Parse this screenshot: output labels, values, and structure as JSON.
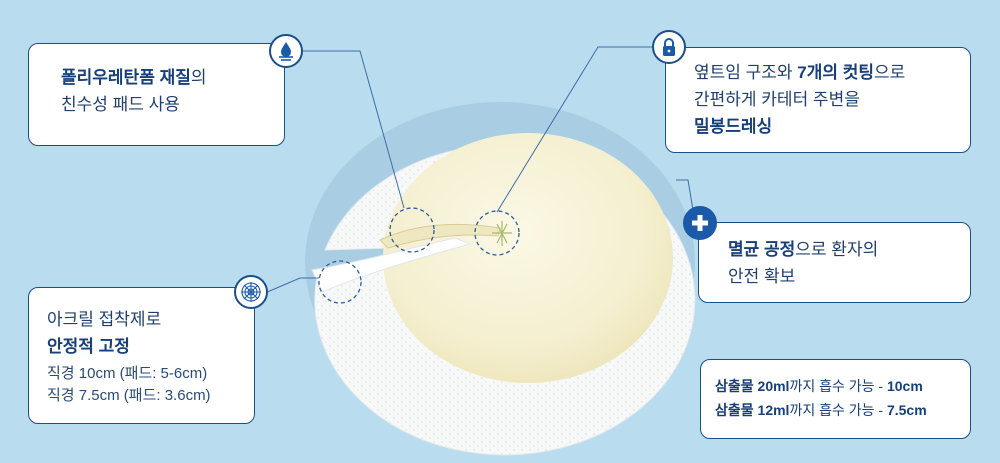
{
  "card_material": {
    "line1_bold": "폴리우레탄폼 재질",
    "line1_tail": "의",
    "line2": "친수성 패드 사용"
  },
  "card_seal": {
    "line1_a": "옆트임 구조와 ",
    "line1_bold": "7개의 컷팅",
    "line1_b": "으로",
    "line2": "간편하게 카테터 주변을",
    "line3_bold": "밀봉드레싱"
  },
  "card_sterile": {
    "line1_bold": "멸균 공정",
    "line1_tail": "으로 환자의",
    "line2": "안전 확보"
  },
  "card_adhesive": {
    "line1": "아크릴 접착제로",
    "line2_bold": "안정적 고정",
    "size1": "직경 10cm (패드: 5-6cm)",
    "size2": "직경 7.5cm (패드: 3.6cm)"
  },
  "card_absorb": {
    "row1_a": "삼출물 20ml",
    "row1_b": "까지 흡수 가능 - ",
    "row1_c": "10cm",
    "row2_a": "삼출물 12ml",
    "row2_b": "까지 흡수 가능 - ",
    "row2_c": "7.5cm"
  },
  "icons": [
    "water-drop-icon",
    "lock-icon",
    "medical-cross-icon",
    "spider-web-icon"
  ],
  "colors": {
    "background": "#b9dcef",
    "card_border": "#1a4f8a",
    "text_bold": "#173f7a",
    "text": "#1f3f6e",
    "pad": "#f3efce"
  }
}
